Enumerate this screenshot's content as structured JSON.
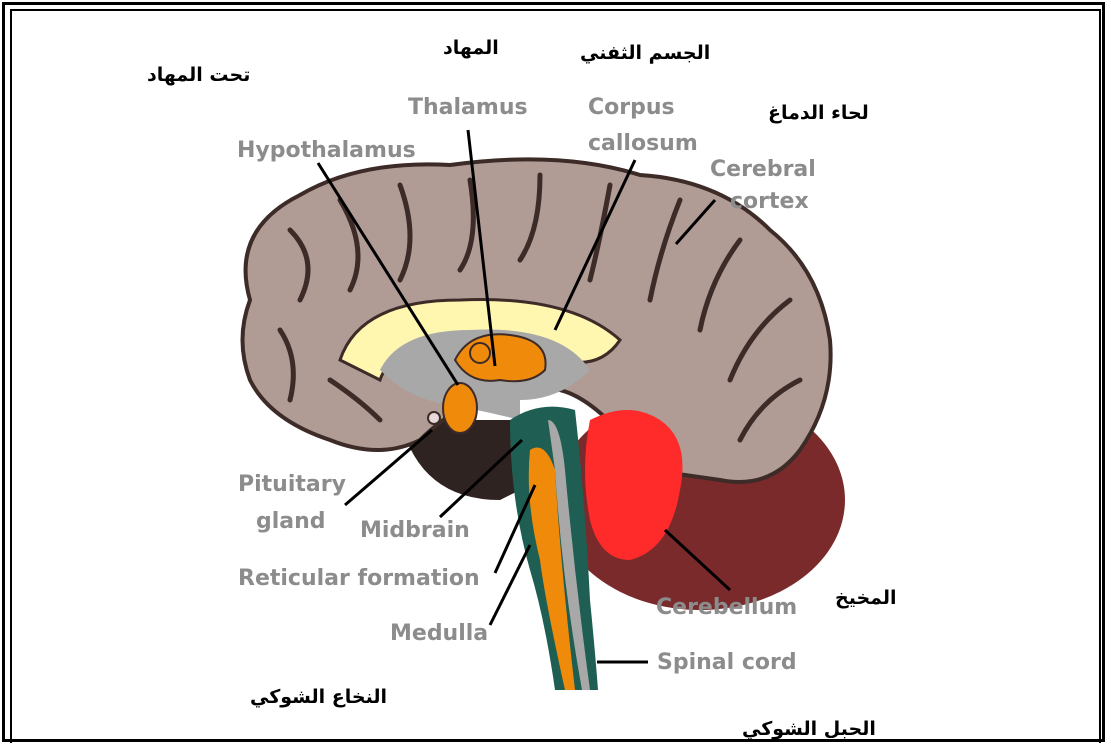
{
  "labels_en": {
    "thalamus": "Thalamus",
    "corpus_line1": "Corpus",
    "corpus_line2": "callosum",
    "hypothalamus": "Hypothalamus",
    "cerebral_line1": "Cerebral",
    "cerebral_line2": "cortex",
    "pituitary_line1": "Pituitary",
    "pituitary_line2": "gland",
    "midbrain": "Midbrain",
    "reticular": "Reticular formation",
    "medulla": "Medulla",
    "cerebellum": "Cerebellum",
    "spinal_cord": "Spinal cord"
  },
  "labels_ar": {
    "hypothalamus": "تحت المهاد",
    "thalamus": "المهاد",
    "corpus_callosum": "الجسم الثفني",
    "cerebral_cortex": "لحاء الدماغ",
    "cerebellum": "المخيخ",
    "medulla": "النخاع الشوكي",
    "spinal_cord": "الحبل الشوكي"
  },
  "colors": {
    "cortex": "#b09b95",
    "sulci": "#3d2b28",
    "corpus_callosum": "#fff6b0",
    "thalamus": "#f08a0a",
    "cerebellum_core": "#ff2a2a",
    "cerebellum_outer": "#7a2a2a",
    "brainstem": "#1f5e52",
    "grey_matter": "#a8a8a8",
    "dark_base": "#2e2320",
    "label_grey": "#8c8c8c"
  }
}
